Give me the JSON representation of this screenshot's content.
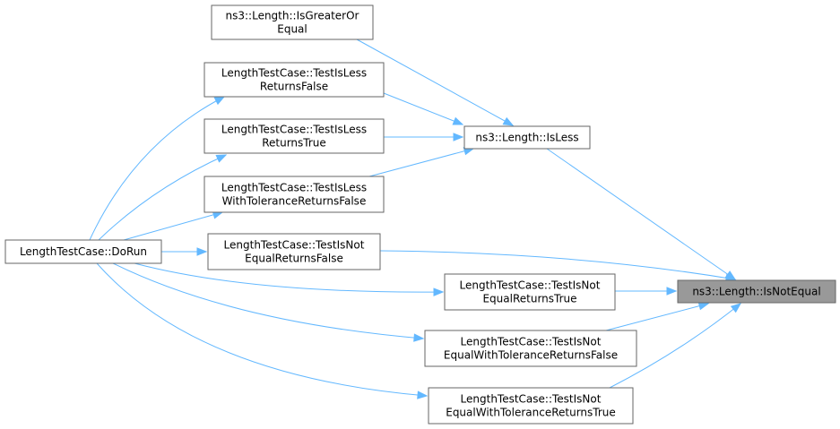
{
  "graph": {
    "highlight_color": "#999999",
    "edge_color": "#63b8ff",
    "nodes": {
      "root": {
        "lines": [
          "ns3::Length::IsNotEqual"
        ]
      },
      "isless": {
        "lines": [
          "ns3::Length::IsLess"
        ]
      },
      "isgreaterorequal": {
        "lines": [
          "ns3::Length::IsGreaterOr",
          "Equal"
        ]
      },
      "testislessreturnsfalse": {
        "lines": [
          "LengthTestCase::TestIsLess",
          "ReturnsFalse"
        ]
      },
      "testislessreturnstrue": {
        "lines": [
          "LengthTestCase::TestIsLess",
          "ReturnsTrue"
        ]
      },
      "testislesswithtolerancereturnsfalse": {
        "lines": [
          "LengthTestCase::TestIsLess",
          "WithToleranceReturnsFalse"
        ]
      },
      "doRun": {
        "lines": [
          "LengthTestCase::DoRun"
        ]
      },
      "testisnotequalreturnsfalse": {
        "lines": [
          "LengthTestCase::TestIsNot",
          "EqualReturnsFalse"
        ]
      },
      "testisnotequalreturnstrue": {
        "lines": [
          "LengthTestCase::TestIsNot",
          "EqualReturnsTrue"
        ]
      },
      "testisnotequalwithtolerancereturnsfalse": {
        "lines": [
          "LengthTestCase::TestIsNot",
          "EqualWithToleranceReturnsFalse"
        ]
      },
      "testisnotequalwithtolerancereturnstrue": {
        "lines": [
          "LengthTestCase::TestIsNot",
          "EqualWithToleranceReturnsTrue"
        ]
      }
    },
    "edges": [
      {
        "from": "isless",
        "to": "root"
      },
      {
        "from": "isgreaterorequal",
        "to": "isless"
      },
      {
        "from": "testislessreturnsfalse",
        "to": "isless"
      },
      {
        "from": "testislessreturnstrue",
        "to": "isless"
      },
      {
        "from": "testislesswithtolerancereturnsfalse",
        "to": "isless"
      },
      {
        "from": "testisnotequalreturnsfalse",
        "to": "root"
      },
      {
        "from": "testisnotequalreturnstrue",
        "to": "root"
      },
      {
        "from": "testisnotequalwithtolerancereturnsfalse",
        "to": "root"
      },
      {
        "from": "testisnotequalwithtolerancereturnstrue",
        "to": "root"
      },
      {
        "from": "doRun",
        "to": "testislessreturnsfalse"
      },
      {
        "from": "doRun",
        "to": "testislessreturnstrue"
      },
      {
        "from": "doRun",
        "to": "testislesswithtolerancereturnsfalse"
      },
      {
        "from": "doRun",
        "to": "testisnotequalreturnsfalse"
      },
      {
        "from": "doRun",
        "to": "testisnotequalreturnstrue"
      },
      {
        "from": "doRun",
        "to": "testisnotequalwithtolerancereturnsfalse"
      },
      {
        "from": "doRun",
        "to": "testisnotequalwithtolerancereturnstrue"
      }
    ]
  }
}
